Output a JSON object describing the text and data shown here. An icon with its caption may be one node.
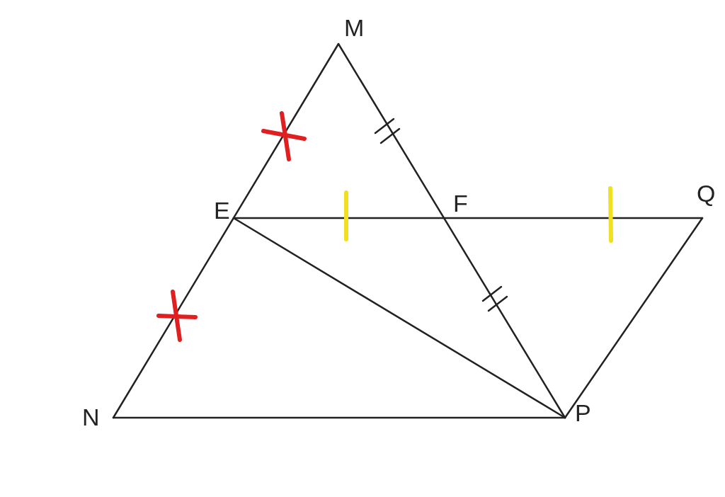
{
  "diagram": {
    "labels": [
      "M",
      "E",
      "F",
      "Q",
      "N",
      "P"
    ]
  }
}
